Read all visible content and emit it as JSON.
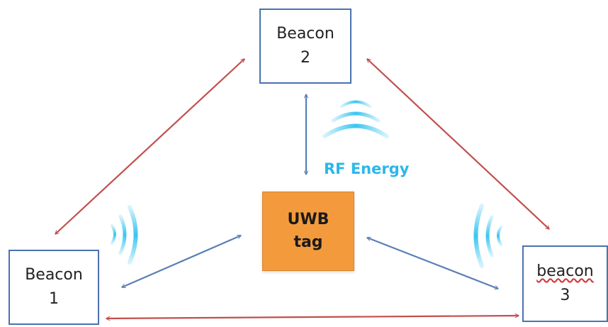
{
  "beacons": {
    "b1": {
      "line1": "Beacon",
      "line2": "1"
    },
    "b2": {
      "line1": "Beacon",
      "line2": "2"
    },
    "b3": {
      "line1": "beacon",
      "line2": "3"
    }
  },
  "tag": {
    "line1": "UWB",
    "line2": "tag"
  },
  "rf_label": "RF Energy",
  "colors": {
    "beacon_border": "#4a72b0",
    "beacon_link": "#c0504d",
    "tag_link": "#5a7fb6",
    "tag_fill": "#f39b3c",
    "rf_text": "#2bb7ea",
    "wave": "#39c6f0"
  }
}
